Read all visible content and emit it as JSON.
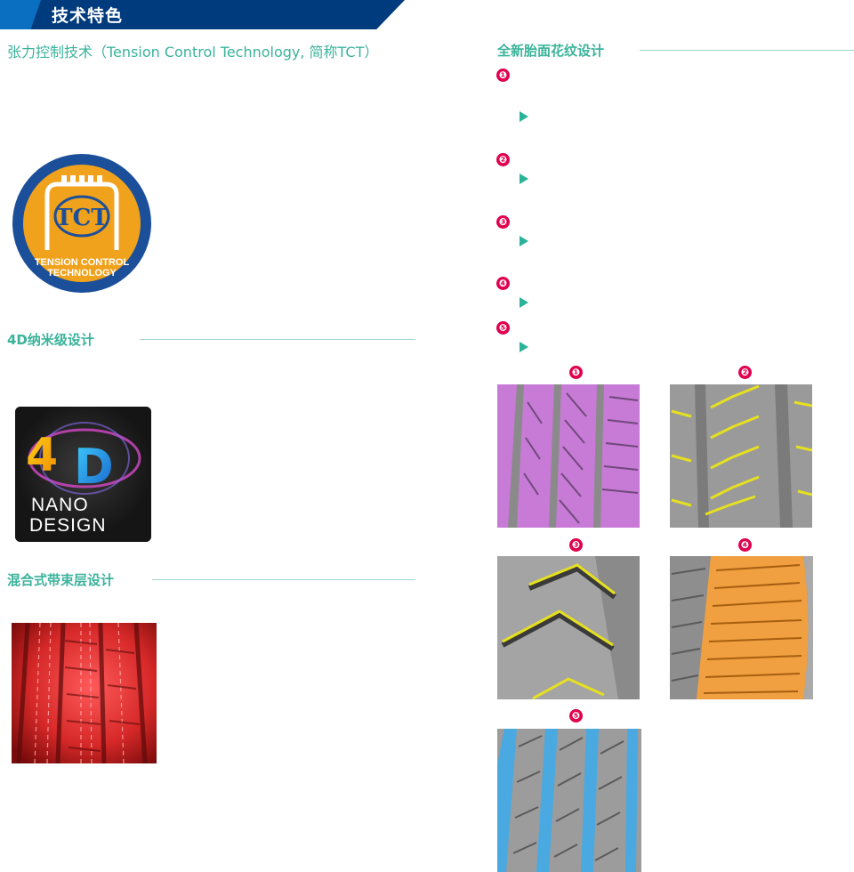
{
  "header": {
    "title": "技术特色"
  },
  "sections": {
    "tct": {
      "title": "张力控制技术（Tension Control Technology, 简称TCT）"
    },
    "nano": {
      "title": "4D纳米级设计"
    },
    "belt": {
      "title": "混合式带束层设计"
    },
    "tread": {
      "title": "全新胎面花纹设计"
    }
  },
  "tct_logo": {
    "main": "TCT",
    "line1": "TENSION CONTROL",
    "line2": "TECHNOLOGY",
    "colors": {
      "outer": "#1b4f9a",
      "inner": "#f0a21c"
    }
  },
  "nano_logo": {
    "line1": "NANO",
    "line2": "DESIGN",
    "mark": "4D"
  },
  "tread_list": {
    "markers": [
      "❶",
      "❷",
      "❸",
      "❹",
      "❺"
    ]
  },
  "tread_images": [
    {
      "label": "❶",
      "color": "#c77ad6"
    },
    {
      "label": "❷",
      "color": "#e6e020"
    },
    {
      "label": "❸",
      "color": "#e6e020"
    },
    {
      "label": "❹",
      "color": "#f0a040"
    },
    {
      "label": "❺",
      "color": "#4aa9e0"
    }
  ],
  "colors": {
    "accent": "#3bb39b",
    "brand": "#003b7d",
    "badge": "#e0004d"
  }
}
